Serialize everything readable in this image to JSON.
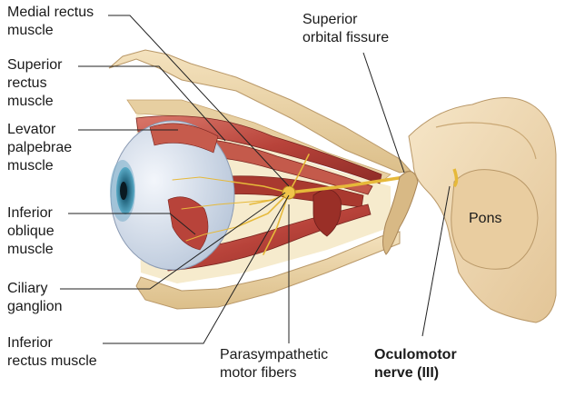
{
  "labels": {
    "medial_rectus": [
      "Medial rectus",
      "muscle"
    ],
    "superior_rectus": [
      "Superior",
      "rectus",
      "muscle"
    ],
    "levator": [
      "Levator",
      "palpebrae",
      "muscle"
    ],
    "inferior_oblique": [
      "Inferior",
      "oblique",
      "muscle"
    ],
    "ciliary": [
      "Ciliary",
      "ganglion"
    ],
    "inferior_rectus": [
      "Inferior",
      "rectus muscle"
    ],
    "parasympathetic": [
      "Parasympathetic",
      "motor fibers"
    ],
    "superior_orbital": [
      "Superior",
      "orbital fissure"
    ],
    "pons": "Pons",
    "oculomotor": [
      "Oculomotor",
      "nerve (III)"
    ]
  },
  "colors": {
    "muscle": "#b8433a",
    "muscle_light": "#d9776a",
    "bone": "#ead3a6",
    "brain": "#f1dcb8",
    "nerve": "#e6b93a",
    "eye": "#cfd9e8",
    "iris": "#3f8fae",
    "leader": "#222222"
  }
}
